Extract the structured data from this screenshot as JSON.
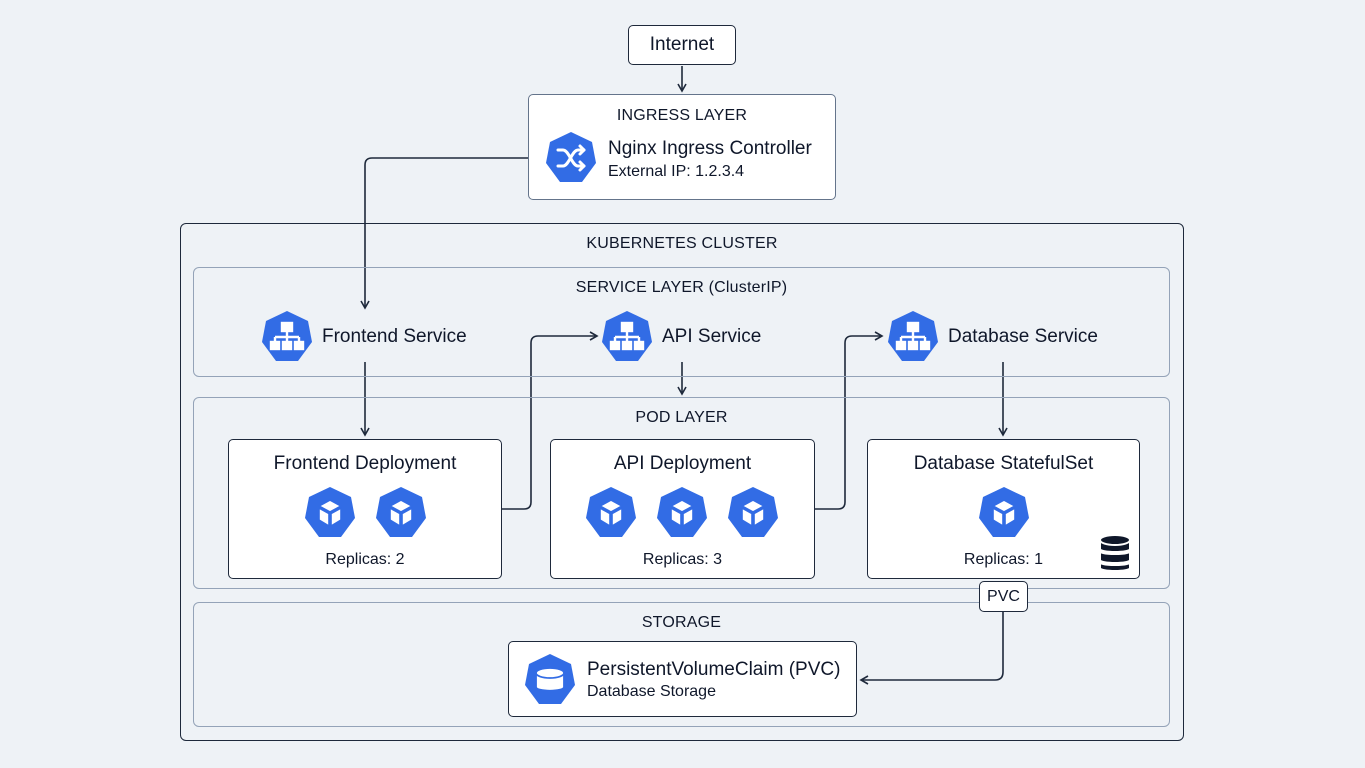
{
  "colors": {
    "accent": "#326ce5",
    "line": "#1e293b",
    "panel_border": "#94a3b8",
    "background": "#eef2f6"
  },
  "internet": {
    "label": "Internet"
  },
  "ingress": {
    "title": "INGRESS LAYER",
    "controller_name": "Nginx Ingress Controller",
    "external_ip": "External IP: 1.2.3.4",
    "icon": "shuffle-icon"
  },
  "cluster": {
    "title": "KUBERNETES CLUSTER"
  },
  "service_layer": {
    "title": "SERVICE LAYER (ClusterIP)",
    "services": [
      {
        "label": "Frontend Service",
        "icon": "service-icon"
      },
      {
        "label": "API Service",
        "icon": "service-icon"
      },
      {
        "label": "Database Service",
        "icon": "service-icon"
      }
    ]
  },
  "pod_layer": {
    "title": "POD LAYER",
    "deployments": [
      {
        "title": "Frontend Deployment",
        "replicas": "Replicas: 2",
        "pod_count": 2
      },
      {
        "title": "API Deployment",
        "replicas": "Replicas: 3",
        "pod_count": 3
      },
      {
        "title": "Database StatefulSet",
        "replicas": "Replicas: 1",
        "pod_count": 1
      }
    ]
  },
  "pvc_tag": {
    "label": "PVC"
  },
  "storage": {
    "title": "STORAGE",
    "pvc_name": "PersistentVolumeClaim (PVC)",
    "pvc_desc": "Database Storage",
    "icon": "volume-icon"
  }
}
